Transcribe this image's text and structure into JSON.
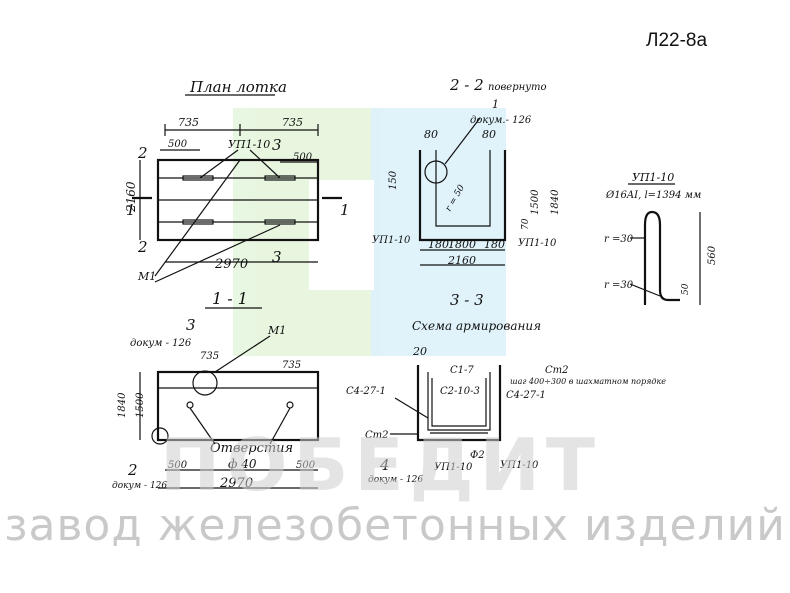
{
  "document_code": "Л22-8а",
  "footer_text": "завод железобетонных изделий",
  "watermark_logo": "ПОБЕДИТ",
  "views": {
    "plan": {
      "title": "План лотка",
      "dim_top_left": "735",
      "dim_top_right": "735",
      "dim_500_left": "500",
      "dim_500_right": "500",
      "dim_width": "2160",
      "dim_length": "2970",
      "mark_2_top": "2",
      "mark_2_bottom": "2",
      "mark_3_top": "3",
      "mark_3_bottom": "3",
      "mark_1_left": "1",
      "mark_1_right": "1",
      "part_up": "УП1-10",
      "part_m1": "М1"
    },
    "section_2_2": {
      "title": "2 - 2",
      "subtitle": "повернуто",
      "callout_num": "1",
      "callout_doc": "докум.- 126",
      "dim_80_left": "80",
      "dim_80_right": "80",
      "dim_150": "150",
      "dim_1500": "1500",
      "dim_1840": "1840",
      "dim_r": "r = 50",
      "dim_70": "70",
      "dim_180_left": "180",
      "dim_1800": "1800",
      "dim_180_right": "180",
      "dim_2160": "2160",
      "part_left": "УП1-10",
      "part_right": "УП1-10"
    },
    "part_up1": {
      "title": "УП1-10",
      "spec": "Ø16AI, l=1394 мм",
      "r_top": "r =30",
      "r_bottom": "r =30",
      "dim_560": "560",
      "dim_50": "50"
    },
    "section_1_1": {
      "title": "1 - 1",
      "mark_3": "3",
      "callout_doc": "докум - 126",
      "dim_735_left": "735",
      "dim_735_right": "735",
      "dim_1840": "1840",
      "dim_1500": "1500",
      "part_m1": "М1",
      "hole_label": "Отверстия",
      "hole_dia": "ф 40",
      "mark_2": "2",
      "mark_2_doc": "докум - 126",
      "dim_500_left": "500",
      "dim_500_right": "500",
      "dim_2970": "2970"
    },
    "section_3_3": {
      "title": "3 - 3",
      "subtitle": "Схема армирования",
      "dim_20": "20",
      "part_c1": "С1-7",
      "part_c2": "С2-10-3",
      "part_st2_top": "Ст2",
      "step_note": "шаг 400÷300 в шахматном порядке",
      "part_c4_left": "С4-27-1",
      "part_c4_right": "С4-27-1",
      "part_st2_left": "Ст2",
      "mark_4": "4",
      "mark_4_doc": "докум - 126",
      "part_f2": "Ф2",
      "part_up_left": "УП1-10",
      "part_up_right": "УП1-10"
    }
  }
}
